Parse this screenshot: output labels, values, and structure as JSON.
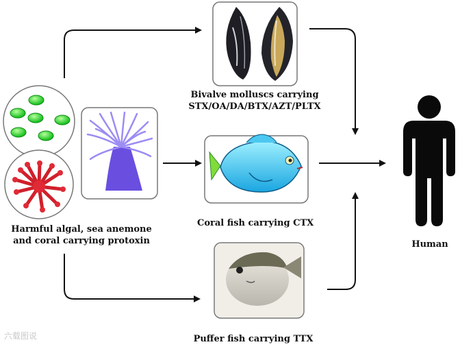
{
  "diagram": {
    "sources_label_line1": "Harmful algal, sea anemone",
    "sources_label_line2": "and coral carrying protoxin",
    "bivalve_label_line1": "Bivalve molluscs carrying",
    "bivalve_label_line2": "STX/OA/DA/BTX/AZT/PLTX",
    "coral_fish_label": "Coral fish carrying CTX",
    "puffer_label": "Puffer fish carrying TTX",
    "human_label": "Human"
  },
  "watermark": "六载图说"
}
